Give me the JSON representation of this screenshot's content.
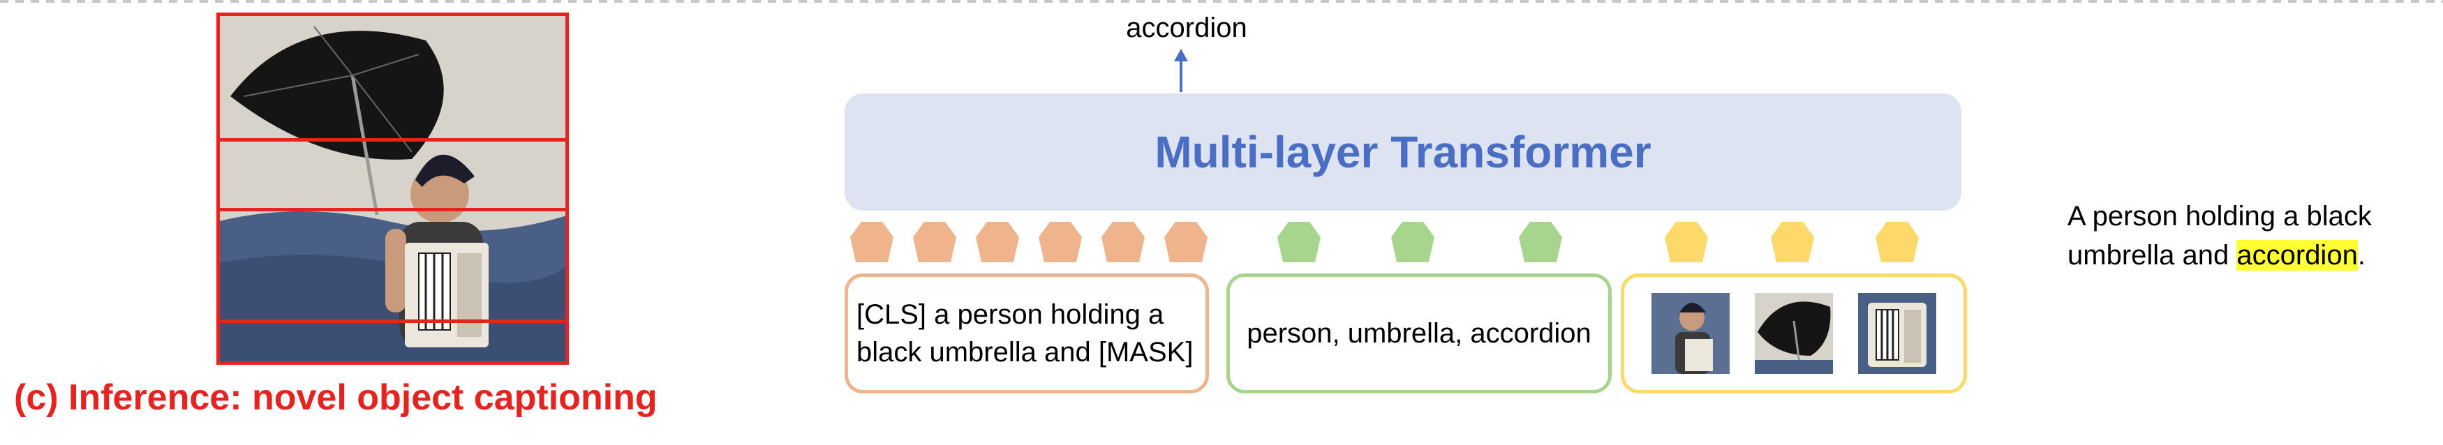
{
  "caption": "(c) Inference: novel object captioning",
  "output_word": "accordion",
  "transformer_label": "Multi-layer Transformer",
  "text_input": "[CLS] a person holding a black umbrella and [MASK]",
  "tags_input": "person, umbrella, accordion",
  "result": {
    "before": "A person holding a black umbrella and ",
    "highlight": "accordion",
    "after": "."
  },
  "colors": {
    "caption": "#e6231e",
    "transformer_fill": "#dde3f1",
    "transformer_text": "#4a6ec4",
    "text_tokens": "#f0b48c",
    "tag_tokens": "#a8d58e",
    "image_tokens": "#fcd96a",
    "highlight": "#ffff33"
  },
  "token_groups": [
    {
      "kind": "text",
      "count": 6
    },
    {
      "kind": "tag",
      "count": 3
    },
    {
      "kind": "image",
      "count": 3
    }
  ]
}
